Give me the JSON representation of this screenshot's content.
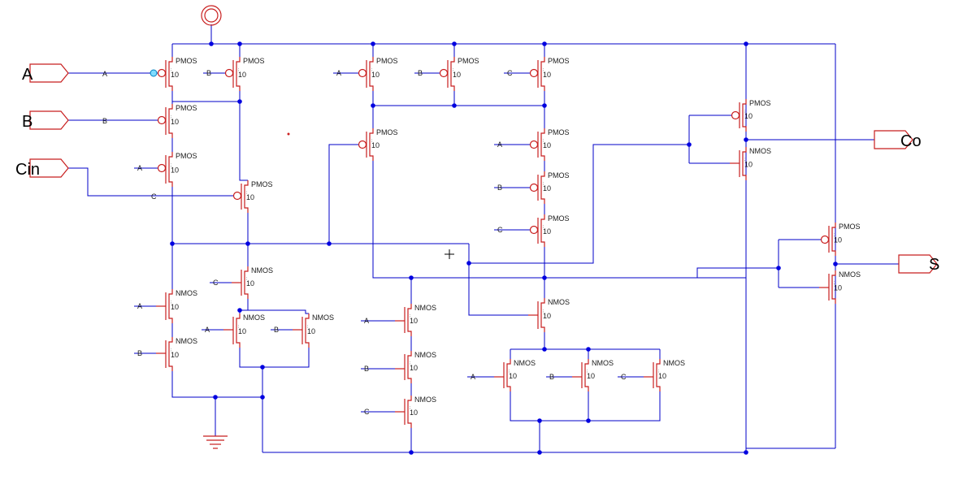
{
  "ports": {
    "a": "A",
    "b": "B",
    "cin": "Cin",
    "co": "Co",
    "s": "S"
  },
  "tx": {
    "pmos": "PMOS",
    "nmos": "NMOS",
    "size": "10"
  },
  "nets": {
    "a": "A",
    "b": "B",
    "c": "C"
  }
}
